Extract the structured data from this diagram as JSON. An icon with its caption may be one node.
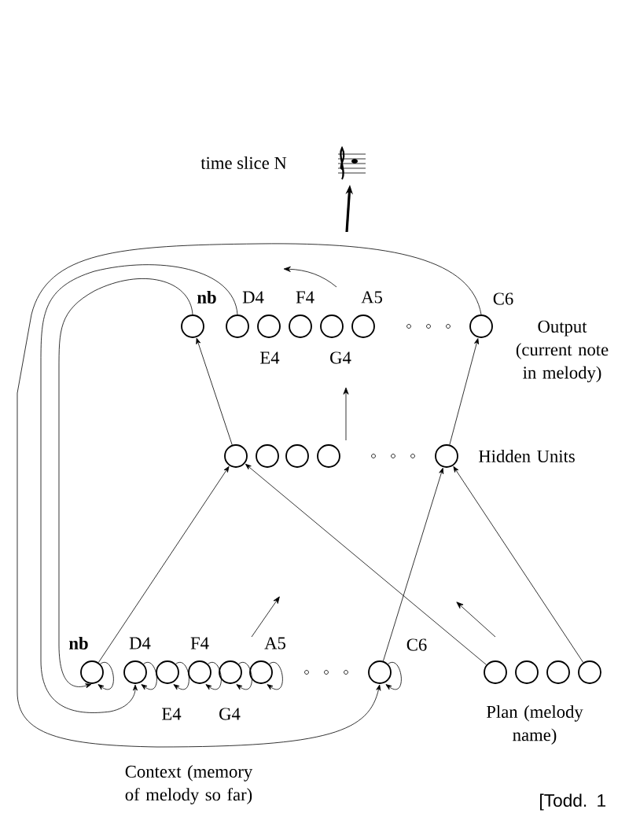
{
  "diagram": {
    "nodes": [
      {
        "text": [],
        "shape": "picture",
        "beside": [
          "time slice N"
        ]
      },
      {
        "text": [],
        "shape": "circle",
        "beside": [
          "nb"
        ]
      },
      {
        "text": [],
        "shape": "circle",
        "beside": [
          "D4"
        ]
      },
      {
        "text": [],
        "shape": "circle",
        "beside": [
          "E4"
        ]
      },
      {
        "text": [],
        "shape": "circle",
        "beside": [
          "F4"
        ]
      },
      {
        "text": [],
        "shape": "circle",
        "beside": [
          "G4"
        ]
      },
      {
        "text": [],
        "shape": "circle",
        "beside": [
          "A5"
        ]
      },
      {
        "text": [],
        "shape": "circle",
        "beside": [
          "C6"
        ]
      },
      {
        "text": [],
        "shape": "circle"
      },
      {
        "text": [],
        "shape": "circle"
      },
      {
        "text": [],
        "shape": "circle"
      },
      {
        "text": [],
        "shape": "circle"
      },
      {
        "text": [],
        "shape": "circle"
      },
      {
        "text": [],
        "shape": "circle",
        "beside": [
          "nb"
        ]
      },
      {
        "text": [],
        "shape": "circle",
        "beside": [
          "D4"
        ]
      },
      {
        "text": [],
        "shape": "circle",
        "beside": [
          "E4"
        ]
      },
      {
        "text": [],
        "shape": "circle",
        "beside": [
          "F4"
        ]
      },
      {
        "text": [],
        "shape": "circle",
        "beside": [
          "G4"
        ]
      },
      {
        "text": [],
        "shape": "circle",
        "beside": [
          "A5"
        ]
      },
      {
        "text": [],
        "shape": "circle",
        "beside": [
          "C6"
        ]
      },
      {
        "text": [],
        "shape": "circle"
      },
      {
        "text": [],
        "shape": "circle"
      },
      {
        "text": [],
        "shape": "circle"
      },
      {
        "text": [],
        "shape": "circle"
      }
    ],
    "edges": [
      {
        "from": null,
        "to": 0,
        "arrow": "to",
        "style": "thick"
      },
      {
        "from": 8,
        "to": 1,
        "arrow": "to"
      },
      {
        "from": 12,
        "to": 7,
        "arrow": "to"
      },
      {
        "from": 13,
        "to": 8,
        "arrow": "to"
      },
      {
        "from": 20,
        "to": 8,
        "arrow": "to"
      },
      {
        "from": 19,
        "to": 12,
        "arrow": "to"
      },
      {
        "from": 23,
        "to": 12,
        "arrow": "to"
      },
      {
        "from": 1,
        "to": 13,
        "arrow": "to"
      },
      {
        "from": 2,
        "to": 14,
        "arrow": "to"
      },
      {
        "from": 7,
        "to": 19,
        "arrow": "to"
      },
      {
        "from": 13,
        "to": 13,
        "arrow": "to"
      },
      {
        "from": 14,
        "to": 14,
        "arrow": "to"
      },
      {
        "from": 15,
        "to": 15,
        "arrow": "to"
      },
      {
        "from": 16,
        "to": 16,
        "arrow": "to"
      },
      {
        "from": 17,
        "to": 17,
        "arrow": "to"
      },
      {
        "from": 18,
        "to": 18,
        "arrow": "to"
      },
      {
        "from": 19,
        "to": 19,
        "arrow": "to"
      }
    ],
    "labels": [
      "Output (current note in melody)",
      "Hidden Units",
      "Plan (melody name)",
      "Context (memory of melody so far)",
      "[Todd. 1"
    ]
  }
}
